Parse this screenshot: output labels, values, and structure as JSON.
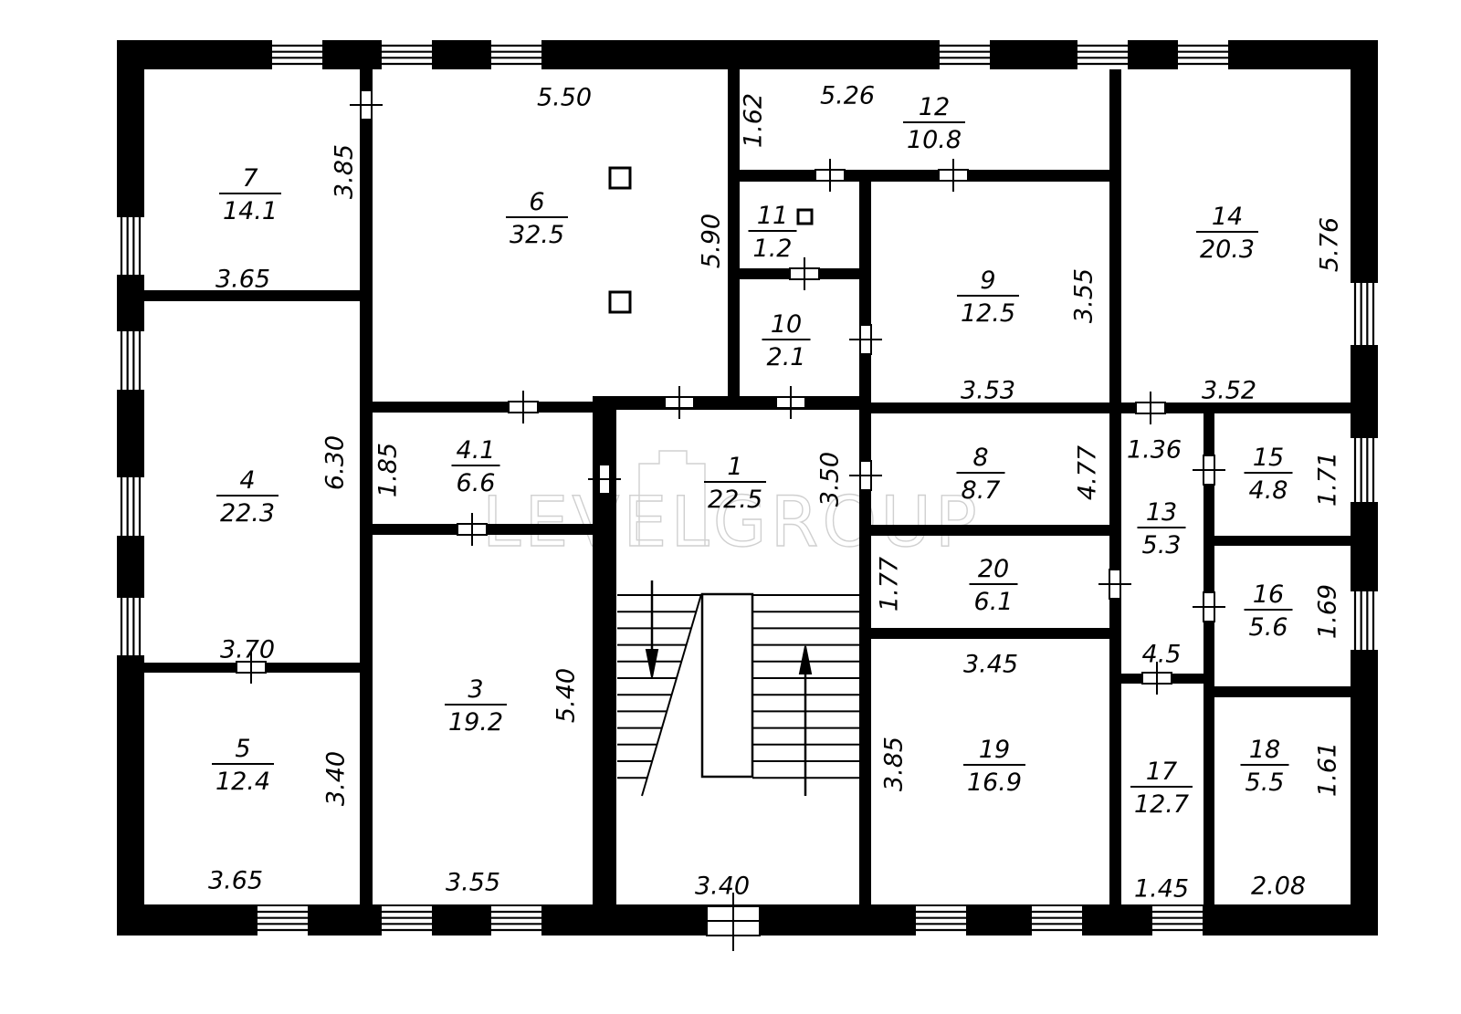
{
  "watermark": "LEVELGROUP",
  "colors": {
    "wall": "#000000",
    "background": "#ffffff",
    "watermark": "#d0d0d0"
  },
  "rooms": [
    {
      "id": "1",
      "number": "1",
      "area": "22.5"
    },
    {
      "id": "3",
      "number": "3",
      "area": "19.2"
    },
    {
      "id": "4",
      "number": "4",
      "area": "22.3"
    },
    {
      "id": "4-1",
      "number": "4.1",
      "area": "6.6"
    },
    {
      "id": "5",
      "number": "5",
      "area": "12.4"
    },
    {
      "id": "6",
      "number": "6",
      "area": "32.5"
    },
    {
      "id": "7",
      "number": "7",
      "area": "14.1"
    },
    {
      "id": "8",
      "number": "8",
      "area": "8.7"
    },
    {
      "id": "9",
      "number": "9",
      "area": "12.5"
    },
    {
      "id": "10",
      "number": "10",
      "area": "2.1"
    },
    {
      "id": "11",
      "number": "11",
      "area": "1.2"
    },
    {
      "id": "12",
      "number": "12",
      "area": "10.8"
    },
    {
      "id": "13",
      "number": "13",
      "area": "5.3"
    },
    {
      "id": "14",
      "number": "14",
      "area": "20.3"
    },
    {
      "id": "15",
      "number": "15",
      "area": "4.8"
    },
    {
      "id": "16",
      "number": "16",
      "area": "5.6"
    },
    {
      "id": "17",
      "number": "17",
      "area": "12.7"
    },
    {
      "id": "18",
      "number": "18",
      "area": "5.5"
    },
    {
      "id": "19",
      "number": "19",
      "area": "16.9"
    },
    {
      "id": "20",
      "number": "20",
      "area": "6.1"
    }
  ],
  "dimensions": [
    {
      "id": "r7-width",
      "value": "3.65"
    },
    {
      "id": "r7-length",
      "value": "3.85"
    },
    {
      "id": "r6-width",
      "value": "5.50"
    },
    {
      "id": "r6-length",
      "value": "5.90"
    },
    {
      "id": "r12-width",
      "value": "5.26"
    },
    {
      "id": "r12-length",
      "value": "1.62"
    },
    {
      "id": "r14-length",
      "value": "5.76"
    },
    {
      "id": "r14-width",
      "value": "3.52"
    },
    {
      "id": "r9-length",
      "value": "3.55"
    },
    {
      "id": "r9-width",
      "value": "3.53"
    },
    {
      "id": "r4-length",
      "value": "6.30"
    },
    {
      "id": "r4-width",
      "value": "3.70"
    },
    {
      "id": "r41-length",
      "value": "1.85"
    },
    {
      "id": "r1-length",
      "value": "3.50"
    },
    {
      "id": "r8-length",
      "value": "4.77"
    },
    {
      "id": "r13-width",
      "value": "1.36"
    },
    {
      "id": "r15-length",
      "value": "1.71"
    },
    {
      "id": "r20-length",
      "value": "1.77"
    },
    {
      "id": "r16-length",
      "value": "1.69"
    },
    {
      "id": "r19-width",
      "value": "3.45"
    },
    {
      "id": "r13-length",
      "value": "4.5"
    },
    {
      "id": "r3-length",
      "value": "5.40"
    },
    {
      "id": "r5-length",
      "value": "3.40"
    },
    {
      "id": "r19-length",
      "value": "3.85"
    },
    {
      "id": "r18-length",
      "value": "1.61"
    },
    {
      "id": "r5-width",
      "value": "3.65"
    },
    {
      "id": "r3-width",
      "value": "3.55"
    },
    {
      "id": "r1-width",
      "value": "3.40"
    },
    {
      "id": "r17-width",
      "value": "1.45"
    },
    {
      "id": "r18-width",
      "value": "2.08"
    }
  ]
}
